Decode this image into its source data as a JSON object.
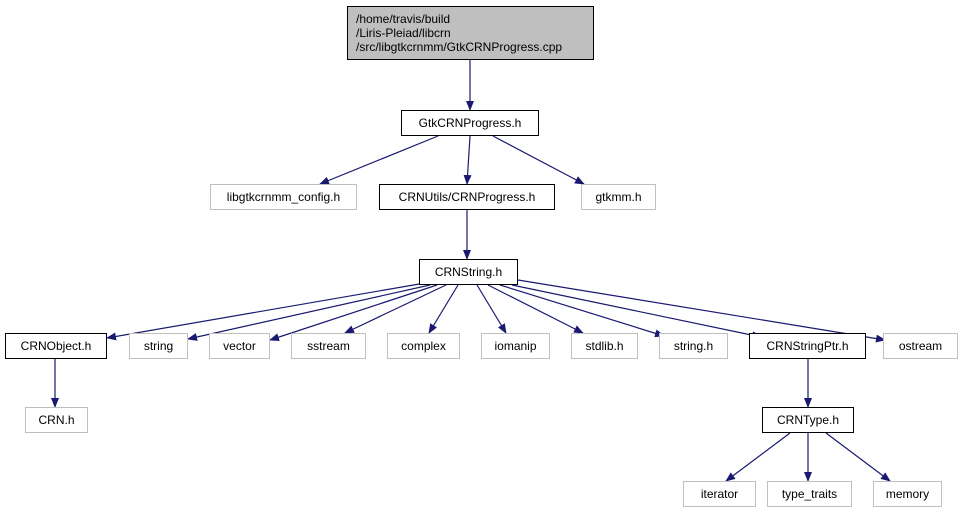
{
  "root": {
    "lines": [
      "/home/travis/build",
      "/Liris-Pleiad/libcrn",
      "/src/libgtkcrnmm/GtkCRNProgress.cpp"
    ]
  },
  "nodes": {
    "gtkcrnprogress_h": "GtkCRNProgress.h",
    "libgtkcrnmm_config_h": "libgtkcrnmm_config.h",
    "crnprogress_h": "CRNUtils/CRNProgress.h",
    "gtkmm_h": "gtkmm.h",
    "crnstring_h": "CRNString.h",
    "crnobject_h": "CRNObject.h",
    "string": "string",
    "vector": "vector",
    "sstream": "sstream",
    "complex": "complex",
    "iomanip": "iomanip",
    "stdlib_h": "stdlib.h",
    "string_h": "string.h",
    "crnstringptr_h": "CRNStringPtr.h",
    "ostream": "ostream",
    "crn_h": "CRN.h",
    "crntype_h": "CRNType.h",
    "iterator": "iterator",
    "type_traits": "type_traits",
    "memory": "memory"
  },
  "edge_color": "#191970"
}
